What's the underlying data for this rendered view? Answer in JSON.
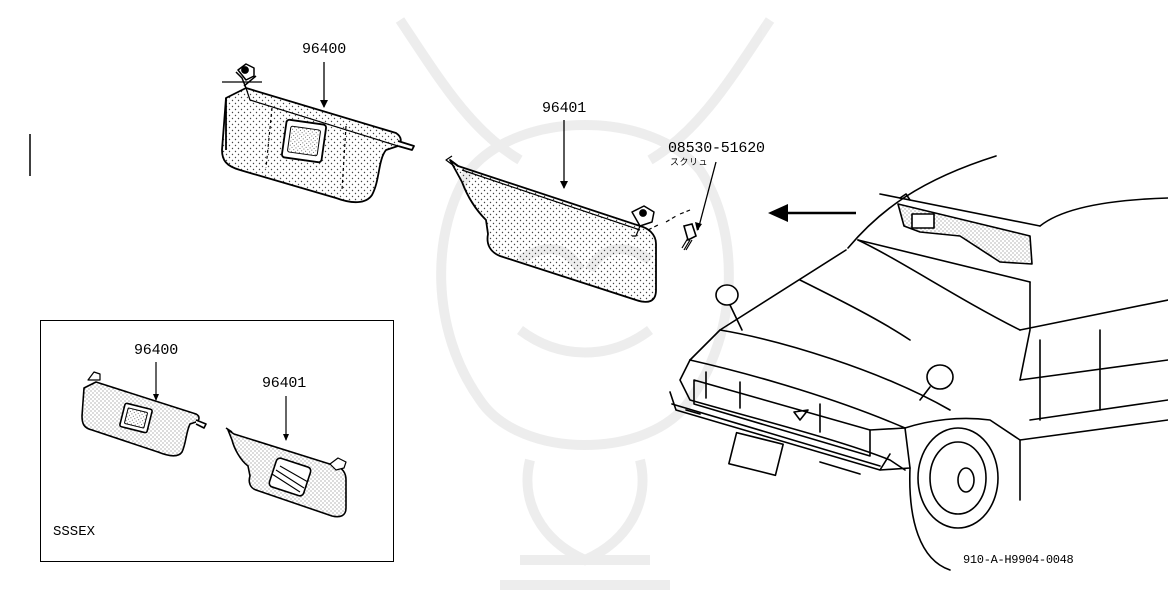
{
  "main_view": {
    "left_visor_part": "96400",
    "right_visor_part": "96401",
    "screw_part": "08530-51620",
    "screw_note": "スクリュ"
  },
  "inset": {
    "label": "SSSEX",
    "left_visor_part": "96400",
    "right_visor_part": "96401"
  },
  "figure_code": "910-A-H9904-0048",
  "watermark": "samurai crest logo"
}
